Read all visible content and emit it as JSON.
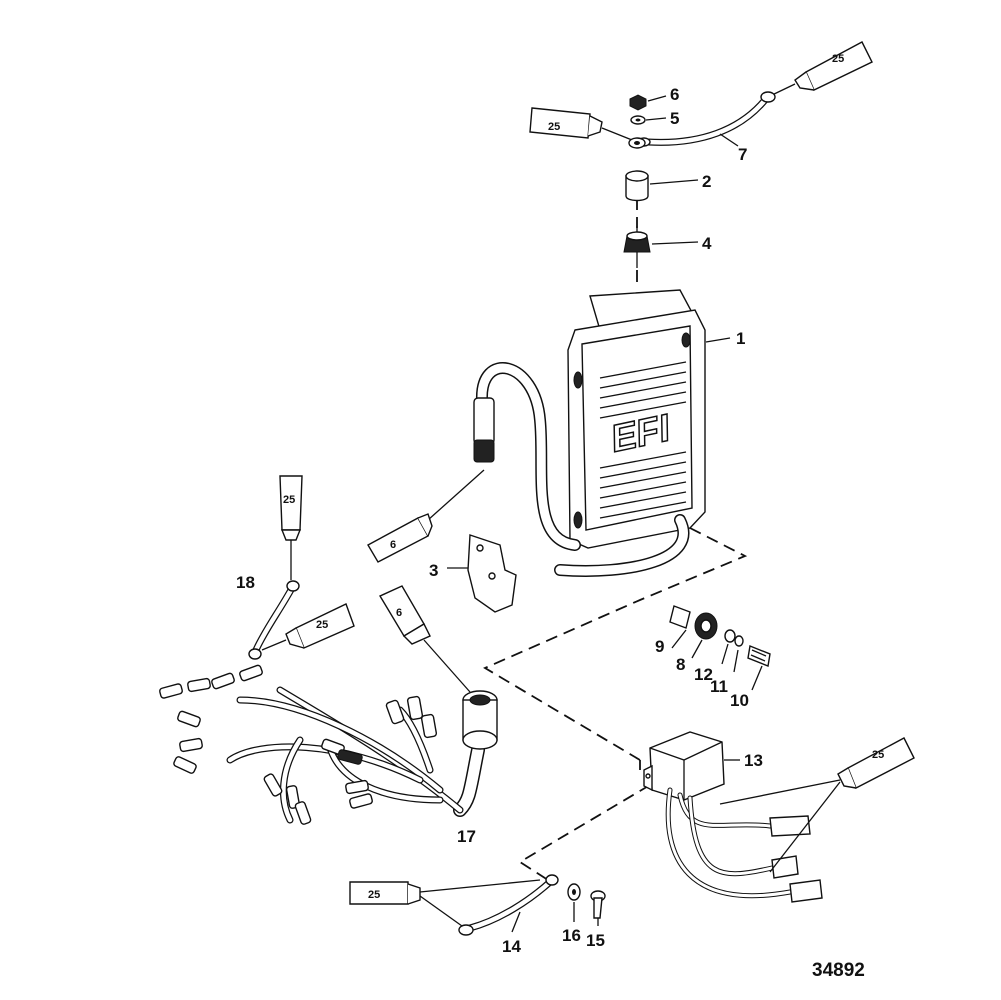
{
  "callouts": {
    "c1": "1",
    "c2": "2",
    "c3": "3",
    "c4": "4",
    "c5": "5",
    "c6": "6",
    "c7": "7",
    "c8": "8",
    "c9": "9",
    "c10": "10",
    "c11": "11",
    "c12": "12",
    "c13": "13",
    "c14": "14",
    "c15": "15",
    "c16": "16",
    "c17": "17",
    "c18": "18"
  },
  "tubes": {
    "t_top_right": "25",
    "t_top_left": "25",
    "t_mid_left": "6",
    "t_18_upper": "25",
    "t_18_right": "25",
    "t_17": "6",
    "t_13": "25",
    "t_14": "25"
  },
  "module_logo": "EFI",
  "figure_number": "34892"
}
